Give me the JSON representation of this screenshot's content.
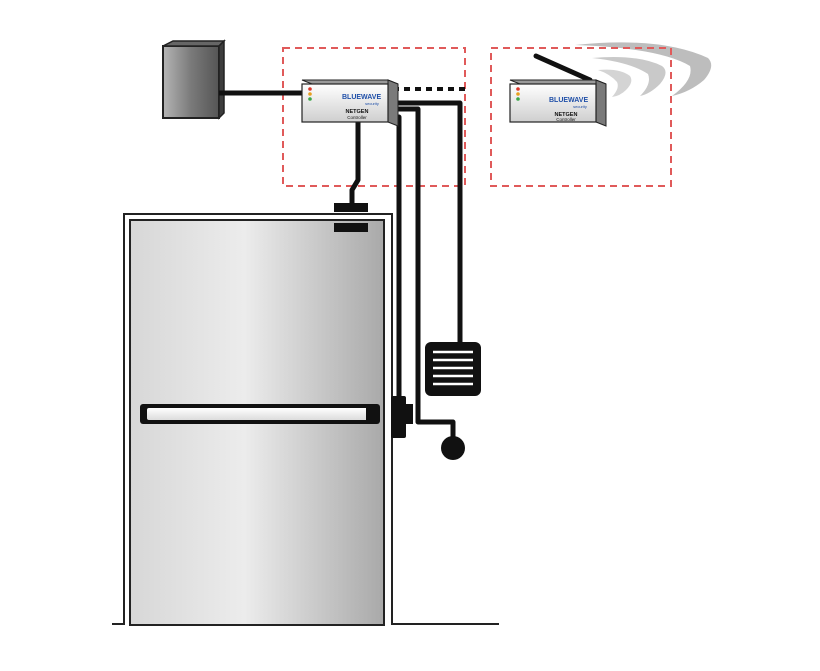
{
  "controllers": [
    {
      "brand_main": "BLUEWAVE",
      "brand_sub": "security",
      "model_line1": "NETGEN",
      "model_line2": "Controller"
    },
    {
      "brand_main": "BLUEWAVE",
      "brand_sub": "security",
      "model_line1": "NETGEN",
      "model_line2": "Controller"
    }
  ],
  "colors": {
    "boundary": "#e05a5a",
    "brand_blue": "#1f4fa8",
    "wire": "#111111",
    "led_red": "#d9362b",
    "led_orange": "#e8a020",
    "led_green": "#3aa648"
  },
  "icons": {
    "power_supply": "power-box-icon",
    "door_contact": "door-position-switch-icon",
    "exit_device": "panic-bar-icon",
    "reader": "card-reader-icon",
    "request_to_exit": "rex-button-icon",
    "wireless": "wifi-signal-icon"
  }
}
